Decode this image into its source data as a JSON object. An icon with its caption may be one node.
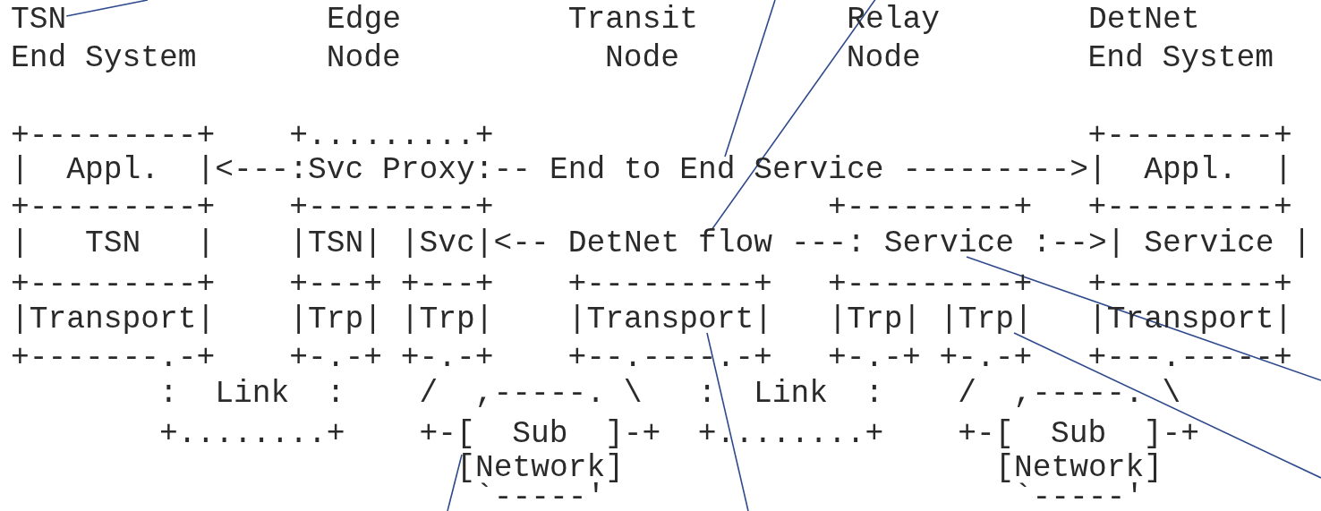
{
  "diagram": {
    "nodes": [
      {
        "text": [
          "TSN"
        ]
      },
      {
        "text": [
          "End to End Service"
        ]
      },
      {
        "text": [
          "DetNet flow"
        ]
      },
      {
        "text": [
          "Service"
        ]
      },
      {
        "text": [
          "Transport"
        ]
      },
      {
        "text": [
          "Trp"
        ]
      },
      {
        "text": [
          "[Network]"
        ]
      }
    ],
    "edges": [
      {
        "from": null,
        "to": 0,
        "arrow": "none"
      },
      {
        "from": null,
        "to": 1,
        "arrow": "none"
      },
      {
        "from": null,
        "to": 2,
        "arrow": "none"
      },
      {
        "from": null,
        "to": 3,
        "arrow": "none"
      },
      {
        "from": null,
        "to": 5,
        "arrow": "none"
      },
      {
        "from": null,
        "to": 4,
        "arrow": "none"
      },
      {
        "from": null,
        "to": 6,
        "arrow": "none"
      }
    ],
    "labels": [
      "Edge",
      "Transit",
      "Relay",
      "DetNet",
      "End System       Node           Node         Node         End System",
      "+---------+    +.........+                                +---------+",
      "|  Appl.  |<---:Svc Proxy:--",
      "--------->|  Appl.  |",
      "+---------+    +---------+                  +---------+   +---------+",
      "|   TSN   |    |TSN| |Svc|<--",
      "---:",
      ":-->| Service |",
      "+---------+    +---+ +---+    +---------+   +---------+   +---------+",
      "|Transport|    |Trp| |Trp|    |",
      "|   |Trp| |",
      "|   |Transport|",
      "+-------.-+    +-.-+ +-.-+    +--.----.-+   +-.-+ +-.-+   +---.-----+",
      ":  Link  :    /  ,-----. \\   :  Link  :    /  ,-----. \\",
      "+........+    +-[  Sub  ]-+  +........+    +-[  Sub  ]-+",
      "[Network]",
      "`-----'                      `-----'"
    ]
  }
}
